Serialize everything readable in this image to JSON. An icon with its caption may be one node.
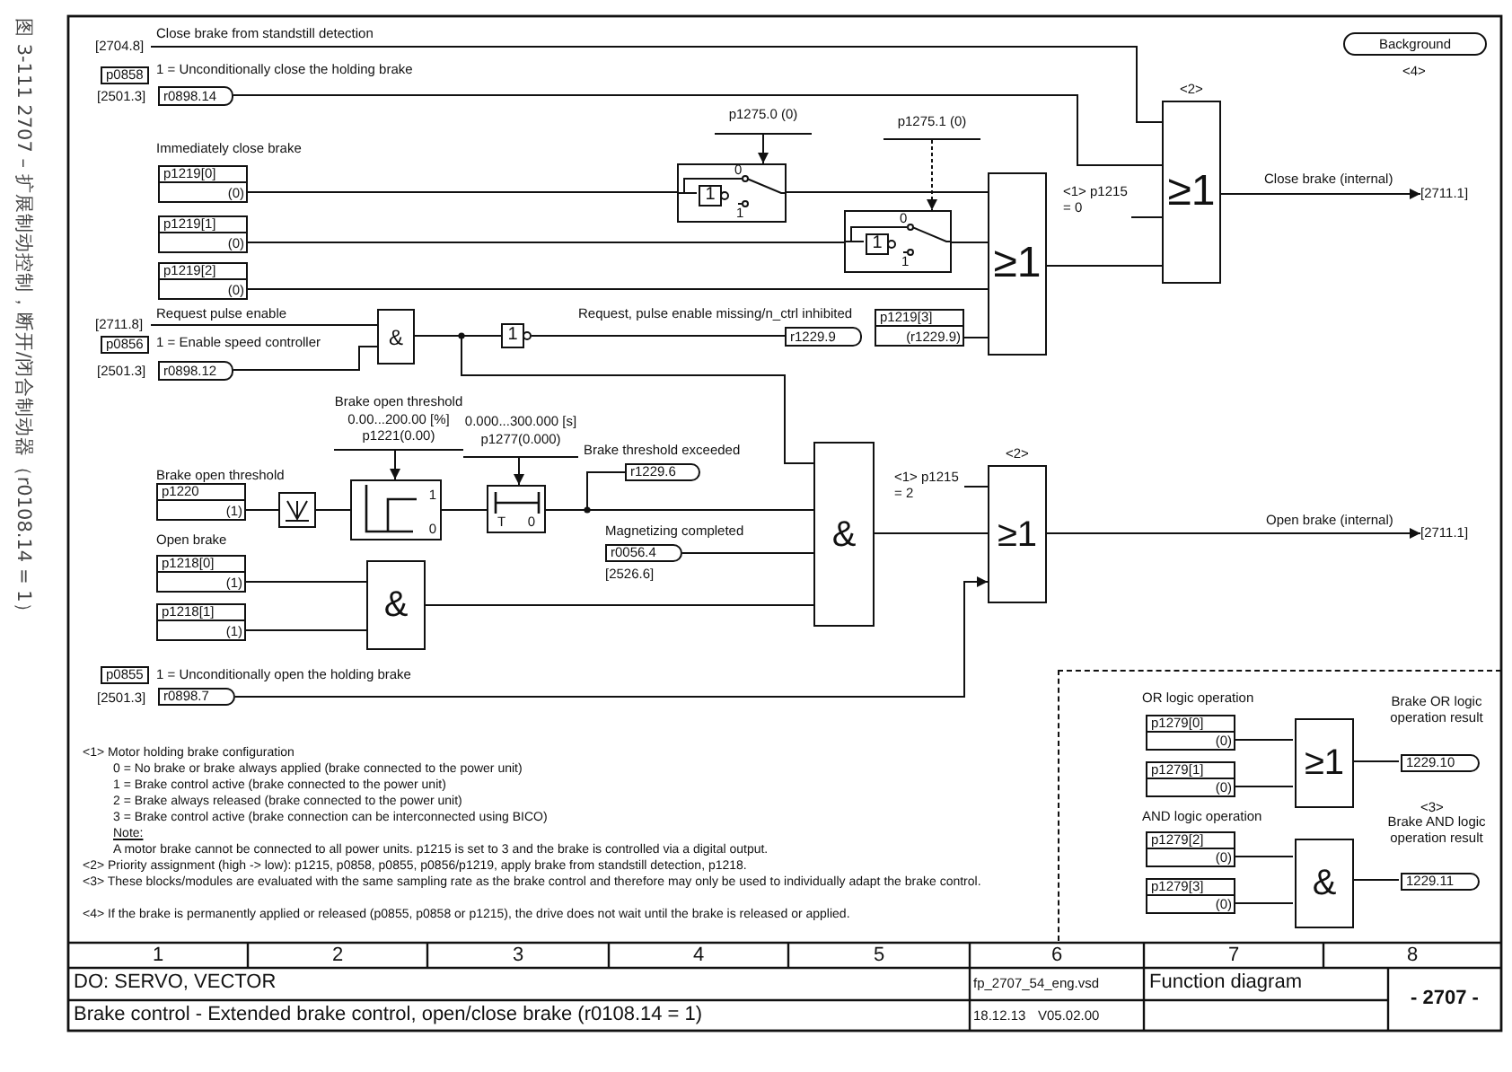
{
  "diagram": {
    "caption": "图 3-111 2707 – 扩展制动控制，断开/闭合制动器（r0108.14 = 1）",
    "nodes": [
      {
        "text": [
          "[2704.8]"
        ]
      },
      {
        "text": [
          "p0858"
        ]
      },
      {
        "text": [
          "r0898.14"
        ],
        "beside": [
          "[2501.3]"
        ]
      },
      {
        "text": [
          "p1219[0]",
          "(0)"
        ]
      },
      {
        "text": [
          "p1219[1]",
          "(0)"
        ]
      },
      {
        "text": [
          "p1219[2]",
          "(0)"
        ]
      },
      {
        "text": [
          "p1275.0 (0)"
        ]
      },
      {
        "text": [
          "0",
          "1"
        ]
      },
      {
        "text": [
          "1"
        ],
        "in": 7
      },
      {
        "text": [
          "p1275.1 (0)"
        ]
      },
      {
        "text": [
          "0",
          "1"
        ]
      },
      {
        "text": [
          "1"
        ],
        "in": 10
      },
      {
        "text": [
          "[2711.8]"
        ]
      },
      {
        "text": [
          "p0856"
        ]
      },
      {
        "text": [
          "r0898.12"
        ],
        "beside": [
          "[2501.3]"
        ]
      },
      {
        "text": [
          "&"
        ]
      },
      {
        "text": [
          "1"
        ]
      },
      {
        "text": [
          "r1229.9"
        ]
      },
      {
        "text": [
          "p1219[3]",
          "(r1229.9)"
        ]
      },
      {
        "text": [
          "≥1"
        ]
      },
      {
        "text": [
          "≥1"
        ],
        "beside": [
          "<2>"
        ]
      },
      {
        "text": [
          "[2711.1]"
        ]
      },
      {
        "text": [
          "Background"
        ],
        "beside": [
          "<4>"
        ]
      },
      {
        "text": [
          "p1220",
          "(1)"
        ]
      },
      {
        "text": [],
        "shape": "box"
      },
      {
        "text": [
          "Brake open threshold",
          "0.00...200.00 [%]",
          "p1221(0.00)"
        ]
      },
      {
        "text": [
          "1",
          "0"
        ]
      },
      {
        "text": [
          "0.000...300.000 [s]",
          "p1277(0.000)"
        ]
      },
      {
        "text": [
          "T",
          "0"
        ]
      },
      {
        "text": [
          "r1229.6"
        ]
      },
      {
        "text": [
          "r0056.4"
        ],
        "beside": [
          "[2526.6]"
        ]
      },
      {
        "text": [
          "p1218[0]",
          "(1)"
        ]
      },
      {
        "text": [
          "p1218[1]",
          "(1)"
        ]
      },
      {
        "text": [
          "&"
        ]
      },
      {
        "text": [
          "&"
        ]
      },
      {
        "text": [
          "≥1"
        ],
        "beside": [
          "<2>"
        ]
      },
      {
        "text": [
          "[2711.1]"
        ]
      },
      {
        "text": [
          "p0855"
        ]
      },
      {
        "text": [
          "r0898.7"
        ],
        "beside": [
          "[2501.3]"
        ]
      },
      {
        "text": [],
        "shape": "box"
      },
      {
        "text": [
          "p1279[0]",
          "(0)"
        ],
        "in": 39
      },
      {
        "text": [
          "p1279[1]",
          "(0)"
        ],
        "in": 39
      },
      {
        "text": [
          "≥1"
        ],
        "in": 39
      },
      {
        "text": [
          "1229.10"
        ],
        "in": 39,
        "beside": [
          "Brake OR logic operation result"
        ]
      },
      {
        "text": [
          "p1279[2]",
          "(0)"
        ],
        "in": 39
      },
      {
        "text": [
          "p1279[3]",
          "(0)"
        ],
        "in": 39
      },
      {
        "text": [
          "&"
        ],
        "in": 39
      },
      {
        "text": [
          "1229.11"
        ],
        "in": 39,
        "beside": [
          "Brake AND logic operation result"
        ]
      }
    ],
    "edges": [
      {
        "from": 0,
        "to": 20,
        "arrow": "none",
        "label": "Close brake from standstill detection"
      },
      {
        "from": 2,
        "to": 20,
        "arrow": "none",
        "label": "1 = Unconditionally close the holding brake"
      },
      {
        "from": 3,
        "to": 7,
        "arrow": "none"
      },
      {
        "from": 6,
        "to": 7,
        "arrow": "to"
      },
      {
        "from": 7,
        "to": 19,
        "arrow": "none"
      },
      {
        "from": 4,
        "to": 10,
        "arrow": "none"
      },
      {
        "from": 9,
        "to": 10,
        "arrow": "to",
        "style": "dashed"
      },
      {
        "from": 10,
        "to": 19,
        "arrow": "none"
      },
      {
        "from": 5,
        "to": 19,
        "arrow": "none"
      },
      {
        "from": 12,
        "to": 15,
        "arrow": "none",
        "label": "Request pulse enable"
      },
      {
        "from": 14,
        "to": 15,
        "arrow": "none",
        "label": "1 = Enable speed controller"
      },
      {
        "from": 15,
        "to": 16,
        "arrow": "none"
      },
      {
        "from": 15,
        "to": 34,
        "arrow": "none"
      },
      {
        "from": 16,
        "to": 17,
        "arrow": "none",
        "label": "Request, pulse enable missing/n_ctrl inhibited"
      },
      {
        "from": 18,
        "to": 19,
        "arrow": "none"
      },
      {
        "from": 19,
        "to": 20,
        "arrow": "none"
      },
      {
        "from": null,
        "to": 20,
        "arrow": "none",
        "label": "<1> p1215 = 0"
      },
      {
        "from": 20,
        "to": 21,
        "arrow": "to",
        "label": "Close brake (internal)"
      },
      {
        "from": 23,
        "to": 24,
        "arrow": "none"
      },
      {
        "from": 24,
        "to": 26,
        "arrow": "none"
      },
      {
        "from": 25,
        "to": 26,
        "arrow": "to"
      },
      {
        "from": 26,
        "to": 28,
        "arrow": "none"
      },
      {
        "from": 27,
        "to": 28,
        "arrow": "to"
      },
      {
        "from": 28,
        "to": 29,
        "arrow": "none",
        "label": "Brake threshold exceeded"
      },
      {
        "from": 28,
        "to": 34,
        "arrow": "none"
      },
      {
        "from": 30,
        "to": 34,
        "arrow": "none",
        "label": "Magnetizing completed"
      },
      {
        "from": 31,
        "to": 33,
        "arrow": "none"
      },
      {
        "from": 32,
        "to": 33,
        "arrow": "none"
      },
      {
        "from": 33,
        "to": 34,
        "arrow": "none"
      },
      {
        "from": 34,
        "to": 35,
        "arrow": "none"
      },
      {
        "from": null,
        "to": 35,
        "arrow": "none",
        "label": "<1> p1215 = 2"
      },
      {
        "from": 35,
        "to": 36,
        "arrow": "to",
        "label": "Open brake (internal)"
      },
      {
        "from": 38,
        "to": 35,
        "arrow": "to",
        "label": "1 = Unconditionally open the holding brake"
      },
      {
        "from": 40,
        "to": 42,
        "arrow": "none"
      },
      {
        "from": 41,
        "to": 42,
        "arrow": "none"
      },
      {
        "from": 42,
        "to": 43,
        "arrow": "none"
      },
      {
        "from": 44,
        "to": 46,
        "arrow": "none"
      },
      {
        "from": 45,
        "to": 46,
        "arrow": "none"
      },
      {
        "from": 46,
        "to": 47,
        "arrow": "none"
      }
    ],
    "labels": [
      "Immediately close brake",
      "Brake open threshold",
      "Open brake",
      "OR logic operation",
      "AND logic operation",
      "<3>",
      "<1> Motor holding brake configuration",
      "0 = No brake or brake always applied (brake connected to the power unit)",
      "1 = Brake control active (brake connected to the power unit)",
      "2 = Brake always released (brake connected to the power unit)",
      "3 = Brake control active (brake connection can be interconnected using BICO)",
      "Note:",
      "A motor brake cannot be connected to all power units. p1215 is set to 3 and the brake is controlled via a digital output.",
      "<2> Priority assignment (high -> low): p1215, p0858, p0855, p0856/p1219, apply brake from standstill detection, p1218.",
      "<3> These blocks/modules are evaluated with the same sampling rate as the brake control and therefore may only be used to individually adapt the brake control.",
      "<4> If the brake is permanently applied or released (p0855, p0858 or p1215), the drive does not wait until the brake is released or applied.",
      "1",
      "2",
      "3",
      "4",
      "5",
      "6",
      "7",
      "8",
      "DO: SERVO, VECTOR",
      "fp_2707_54_eng.vsd",
      "Function diagram",
      "- 2707 -",
      "Brake control - Extended brake control, open/close brake (r0108.14 = 1)",
      "18.12.13",
      "V05.02.00"
    ]
  }
}
